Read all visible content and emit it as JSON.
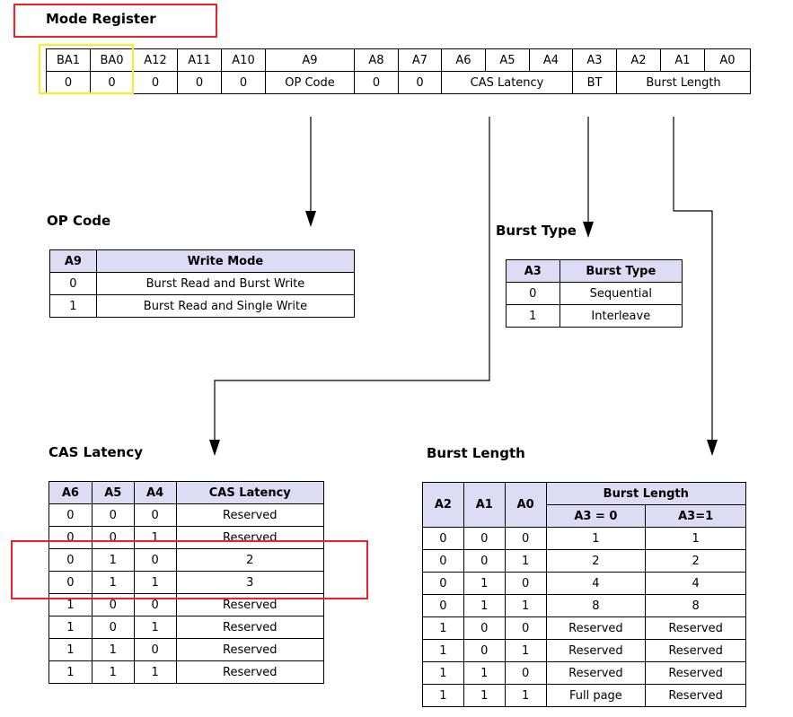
{
  "mode_register": {
    "title": "Mode Register",
    "top_row": [
      "BA1",
      "BA0",
      "A12",
      "A11",
      "A10",
      "A9",
      "A8",
      "A7",
      "A6",
      "A5",
      "A4",
      "A3",
      "A2",
      "A1",
      "A0"
    ],
    "bottom_row": [
      {
        "text": "0",
        "span": 1
      },
      {
        "text": "0",
        "span": 1
      },
      {
        "text": "0",
        "span": 1
      },
      {
        "text": "0",
        "span": 1
      },
      {
        "text": "0",
        "span": 1
      },
      {
        "text": "OP Code",
        "span": 1
      },
      {
        "text": "0",
        "span": 1
      },
      {
        "text": "0",
        "span": 1
      },
      {
        "text": "CAS Latency",
        "span": 3
      },
      {
        "text": "BT",
        "span": 1
      },
      {
        "text": "Burst Length",
        "span": 3
      }
    ]
  },
  "op_code": {
    "title": "OP Code",
    "headers": [
      "A9",
      "Write Mode"
    ],
    "rows": [
      [
        "0",
        "Burst Read and Burst Write"
      ],
      [
        "1",
        "Burst Read and Single Write"
      ]
    ]
  },
  "burst_type": {
    "title": "Burst Type",
    "headers": [
      "A3",
      "Burst Type"
    ],
    "rows": [
      [
        "0",
        "Sequential"
      ],
      [
        "1",
        "Interleave"
      ]
    ]
  },
  "cas_latency": {
    "title": "CAS Latency",
    "headers": [
      "A6",
      "A5",
      "A4",
      "CAS Latency"
    ],
    "rows": [
      [
        "0",
        "0",
        "0",
        "Reserved"
      ],
      [
        "0",
        "0",
        "1",
        "Reserved"
      ],
      [
        "0",
        "1",
        "0",
        "2"
      ],
      [
        "0",
        "1",
        "1",
        "3"
      ],
      [
        "1",
        "0",
        "0",
        "Reserved"
      ],
      [
        "1",
        "0",
        "1",
        "Reserved"
      ],
      [
        "1",
        "1",
        "0",
        "Reserved"
      ],
      [
        "1",
        "1",
        "1",
        "Reserved"
      ]
    ]
  },
  "burst_length": {
    "title": "Burst Length",
    "headers": [
      "A2",
      "A1",
      "A0"
    ],
    "group_header": "Burst Length",
    "sub_headers": [
      "A3 = 0",
      "A3=1"
    ],
    "rows": [
      [
        "0",
        "0",
        "0",
        "1",
        "1"
      ],
      [
        "0",
        "0",
        "1",
        "2",
        "2"
      ],
      [
        "0",
        "1",
        "0",
        "4",
        "4"
      ],
      [
        "0",
        "1",
        "1",
        "8",
        "8"
      ],
      [
        "1",
        "0",
        "0",
        "Reserved",
        "Reserved"
      ],
      [
        "1",
        "0",
        "1",
        "Reserved",
        "Reserved"
      ],
      [
        "1",
        "1",
        "0",
        "Reserved",
        "Reserved"
      ],
      [
        "1",
        "1",
        "1",
        "Full page",
        "Reserved"
      ]
    ]
  },
  "colors": {
    "header_fill": "#dcdcf4",
    "highlight_red": "#e8232a",
    "highlight_yellow": "#f2f21f"
  }
}
